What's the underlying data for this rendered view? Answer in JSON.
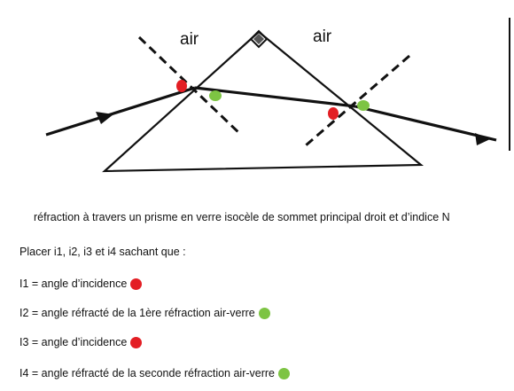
{
  "diagram": {
    "air_left": "air",
    "air_right": "air",
    "colors": {
      "red": "#e31e24",
      "green": "#7dc443",
      "ink": "#111111"
    }
  },
  "text": {
    "caption": "réfraction à travers un prisme en verre isocèle de sommet principal droit et d’indice N",
    "instruction": "Placer i1, i2, i3 et i4 sachant que :",
    "items": [
      {
        "label": "I1 = angle d’incidence",
        "dot": "red"
      },
      {
        "label": "I2 = angle réfracté de la 1ère réfraction air-verre",
        "dot": "green"
      },
      {
        "label": "I3 = angle d’incidence",
        "dot": "red"
      },
      {
        "label": "I4 = angle réfracté de la seconde réfraction air-verre",
        "dot": "green"
      }
    ]
  }
}
